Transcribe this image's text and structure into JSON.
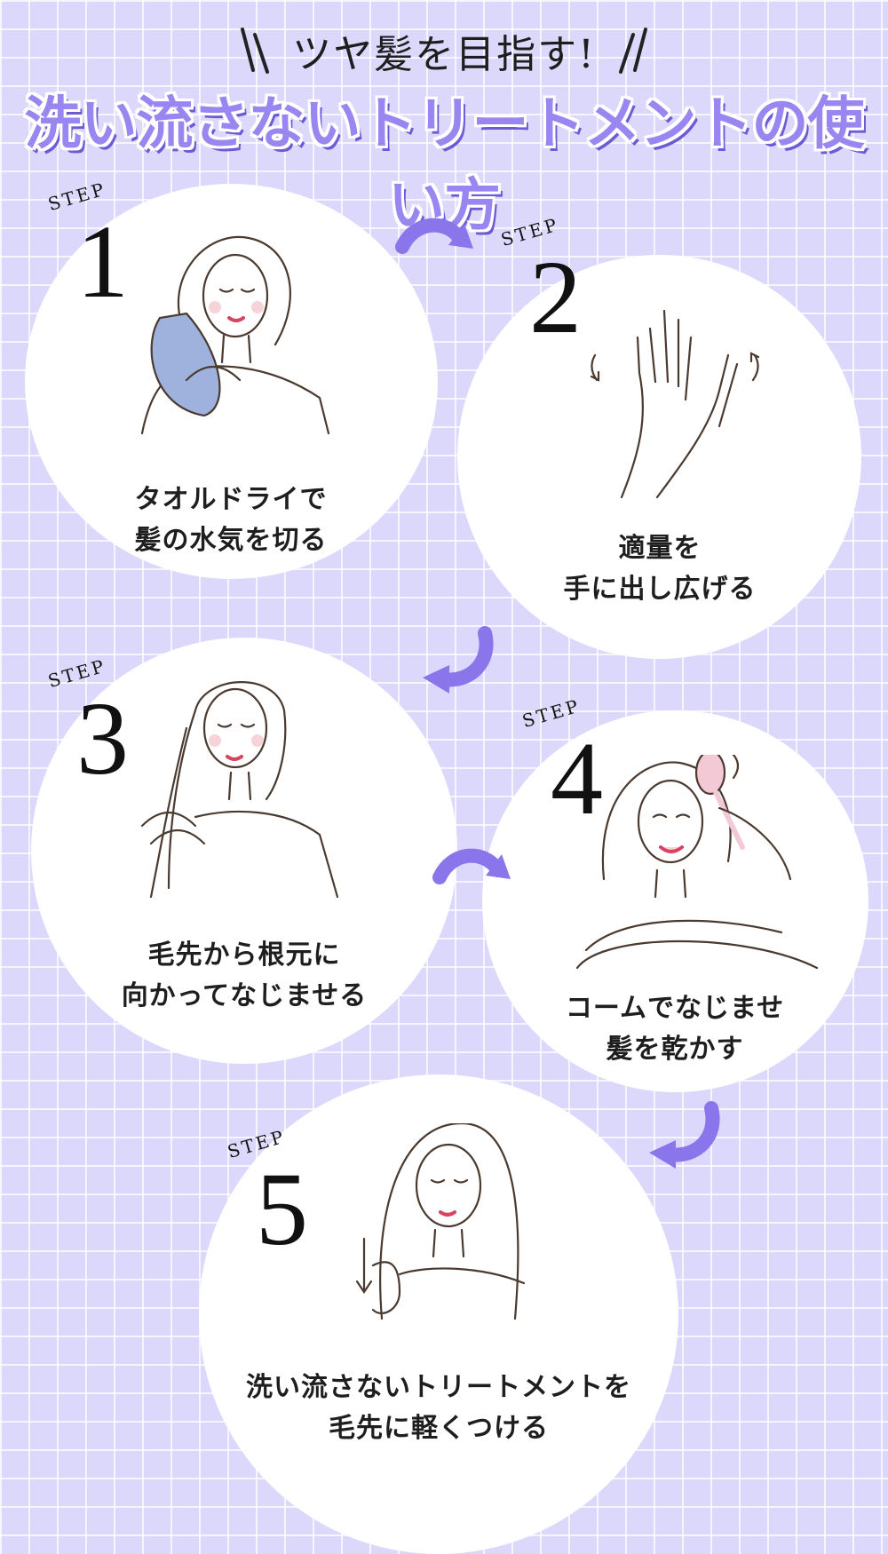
{
  "header": {
    "subtitle": "ツヤ髪を目指す!",
    "title": "洗い流さないトリートメントの使い方"
  },
  "step_word": "STEP",
  "steps": [
    {
      "number": "1",
      "line1": "タオルドライで",
      "line2": "髪の水気を切る",
      "illustration": "woman-towel-drying-hair-icon"
    },
    {
      "number": "2",
      "line1": "適量を",
      "line2": "手に出し広げる",
      "illustration": "hands-rubbing-icon"
    },
    {
      "number": "3",
      "line1": "毛先から根元に",
      "line2": "向かってなじませる",
      "illustration": "woman-applying-treatment-icon"
    },
    {
      "number": "4",
      "line1": "コームでなじませ",
      "line2": "髪を乾かす",
      "illustration": "woman-brushing-hair-icon"
    },
    {
      "number": "5",
      "line1": "洗い流さないトリートメントを",
      "line2": "毛先に軽くつける",
      "illustration": "woman-smoothing-hair-ends-icon"
    }
  ],
  "colors": {
    "background": "#dcd8fb",
    "accent": "#8a76ea",
    "title_shadow": "#6b5bd6",
    "towel": "#9fb1dd",
    "brush": "#f2c9d4"
  }
}
